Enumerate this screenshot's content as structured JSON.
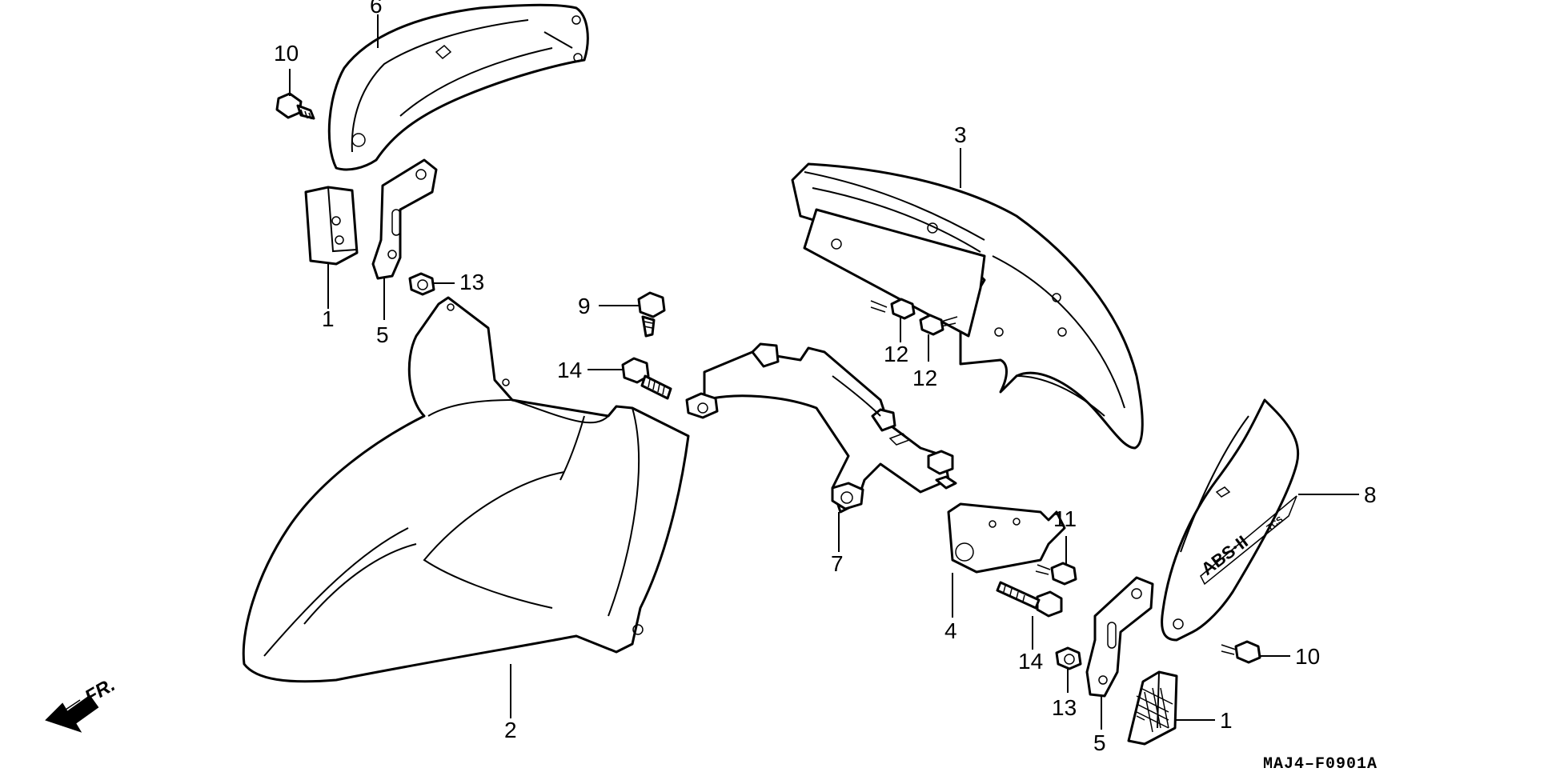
{
  "diagram": {
    "code": "MAJ4–F0901A",
    "direction_label": "FR.",
    "emblem": {
      "main": "ABS·II",
      "badge": "TCS"
    },
    "callouts": [
      {
        "id": "c6",
        "label": "6"
      },
      {
        "id": "c10a",
        "label": "10"
      },
      {
        "id": "c13a",
        "label": "13"
      },
      {
        "id": "c1a",
        "label": "1"
      },
      {
        "id": "c5a",
        "label": "5"
      },
      {
        "id": "c3",
        "label": "3"
      },
      {
        "id": "c9",
        "label": "9"
      },
      {
        "id": "c14a",
        "label": "14"
      },
      {
        "id": "c12a",
        "label": "12"
      },
      {
        "id": "c12b",
        "label": "12"
      },
      {
        "id": "c8",
        "label": "8"
      },
      {
        "id": "c11",
        "label": "11"
      },
      {
        "id": "c7",
        "label": "7"
      },
      {
        "id": "c4",
        "label": "4"
      },
      {
        "id": "c14b",
        "label": "14"
      },
      {
        "id": "c10b",
        "label": "10"
      },
      {
        "id": "c13b",
        "label": "13"
      },
      {
        "id": "c2",
        "label": "2"
      },
      {
        "id": "c5b",
        "label": "5"
      },
      {
        "id": "c1b",
        "label": "1"
      }
    ]
  }
}
